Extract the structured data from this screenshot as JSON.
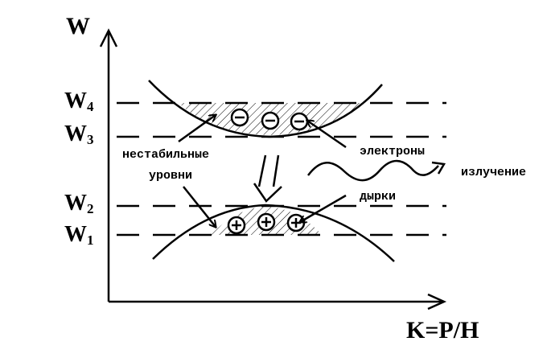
{
  "axes": {
    "y_label": "W",
    "x_label": "K=P/H"
  },
  "levels": [
    {
      "name": "W",
      "subscript": "4"
    },
    {
      "name": "W",
      "subscript": "3"
    },
    {
      "name": "W",
      "subscript": "2"
    },
    {
      "name": "W",
      "subscript": "1"
    }
  ],
  "labels": {
    "unstable_line1": "нестабильные",
    "unstable_line2": "уровни",
    "electrons": "электроны",
    "radiation": "излучение",
    "holes": "дырки"
  },
  "carriers": {
    "electron_symbol": "−",
    "hole_symbol": "+"
  }
}
